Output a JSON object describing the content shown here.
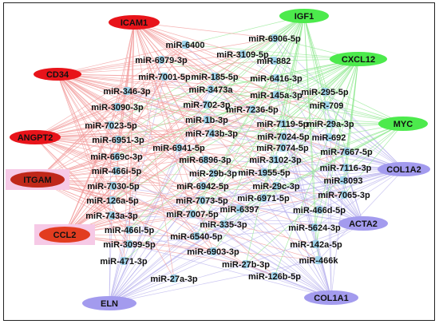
{
  "genes": [
    {
      "id": "ICAM1",
      "label": "ICAM1",
      "color": "#e8141a",
      "group": "red"
    },
    {
      "id": "CD34",
      "label": "CD34",
      "color": "#e8141a",
      "group": "red"
    },
    {
      "id": "ANGPT2",
      "label": "ANGPT2",
      "color": "#e8141a",
      "group": "red"
    },
    {
      "id": "ITGAM",
      "label": "ITGAM",
      "color": "#c0281a",
      "group": "red",
      "highlighted": true
    },
    {
      "id": "CCL2",
      "label": "CCL2",
      "color": "#e23c1f",
      "group": "red",
      "highlighted": true
    },
    {
      "id": "IGF1",
      "label": "IGF1",
      "color": "#4cea4c",
      "group": "green"
    },
    {
      "id": "CXCL12",
      "label": "CXCL12",
      "color": "#4cea4c",
      "group": "green"
    },
    {
      "id": "MYC",
      "label": "MYC",
      "color": "#4cea4c",
      "group": "green"
    },
    {
      "id": "COL1A2",
      "label": "COL1A2",
      "color": "#a39bee",
      "group": "blue"
    },
    {
      "id": "ACTA2",
      "label": "ACTA2",
      "color": "#a39bee",
      "group": "blue"
    },
    {
      "id": "COL1A1",
      "label": "COL1A1",
      "color": "#a39bee",
      "group": "blue"
    },
    {
      "id": "ELN",
      "label": "ELN",
      "color": "#a39bee",
      "group": "blue"
    }
  ],
  "mirnas": [
    "miR-6400",
    "miR-6906-5p",
    "miR-6979-3p",
    "miR-3109-5p",
    "miR-882",
    "miR-7001-5p",
    "miR-185-5p",
    "miR-6416-3p",
    "miR-346-3p",
    "miR-3473a",
    "miR-145a-3p",
    "miR-295-5p",
    "miR-3090-3p",
    "miR-702-3p",
    "miR-7236-5p",
    "miR-709",
    "miR-7023-5p",
    "miR-1b-3p",
    "miR-7119-5p",
    "miR-29a-3p",
    "miR-6951-3p",
    "miR-743b-3p",
    "miR-7024-5p",
    "miR-692",
    "miR-6941-5p",
    "miR-7074-5p",
    "miR-7667-5p",
    "miR-669c-3p",
    "miR-6896-3p",
    "miR-3102-3p",
    "miR-7116-3p",
    "miR-466i-5p",
    "miR-29b-3p",
    "miR-1955-5p",
    "miR-8093",
    "miR-7030-5p",
    "miR-6942-5p",
    "miR-29c-3p",
    "miR-6971-5p",
    "miR-7065-3p",
    "miR-126a-5p",
    "miR-7073-5p",
    "miR-6397",
    "miR-466d-5p",
    "miR-743a-3p",
    "miR-7007-5p",
    "miR-335-3p",
    "miR-5624-3p",
    "miR-466l-5p",
    "miR-6540-5p",
    "miR-142a-5p",
    "miR-3099-5p",
    "miR-6903-3p",
    "miR-466k",
    "miR-471-3p",
    "miR-27b-3p",
    "miR-27a-3p",
    "miR-126b-5p"
  ],
  "colors": {
    "red_edge": "#f29a9a",
    "green_edge": "#8fe88f",
    "blue_edge": "#b9b3ee",
    "mirna_dot": "#9fd3ea",
    "highlight_bg": "#f6c9e6"
  }
}
